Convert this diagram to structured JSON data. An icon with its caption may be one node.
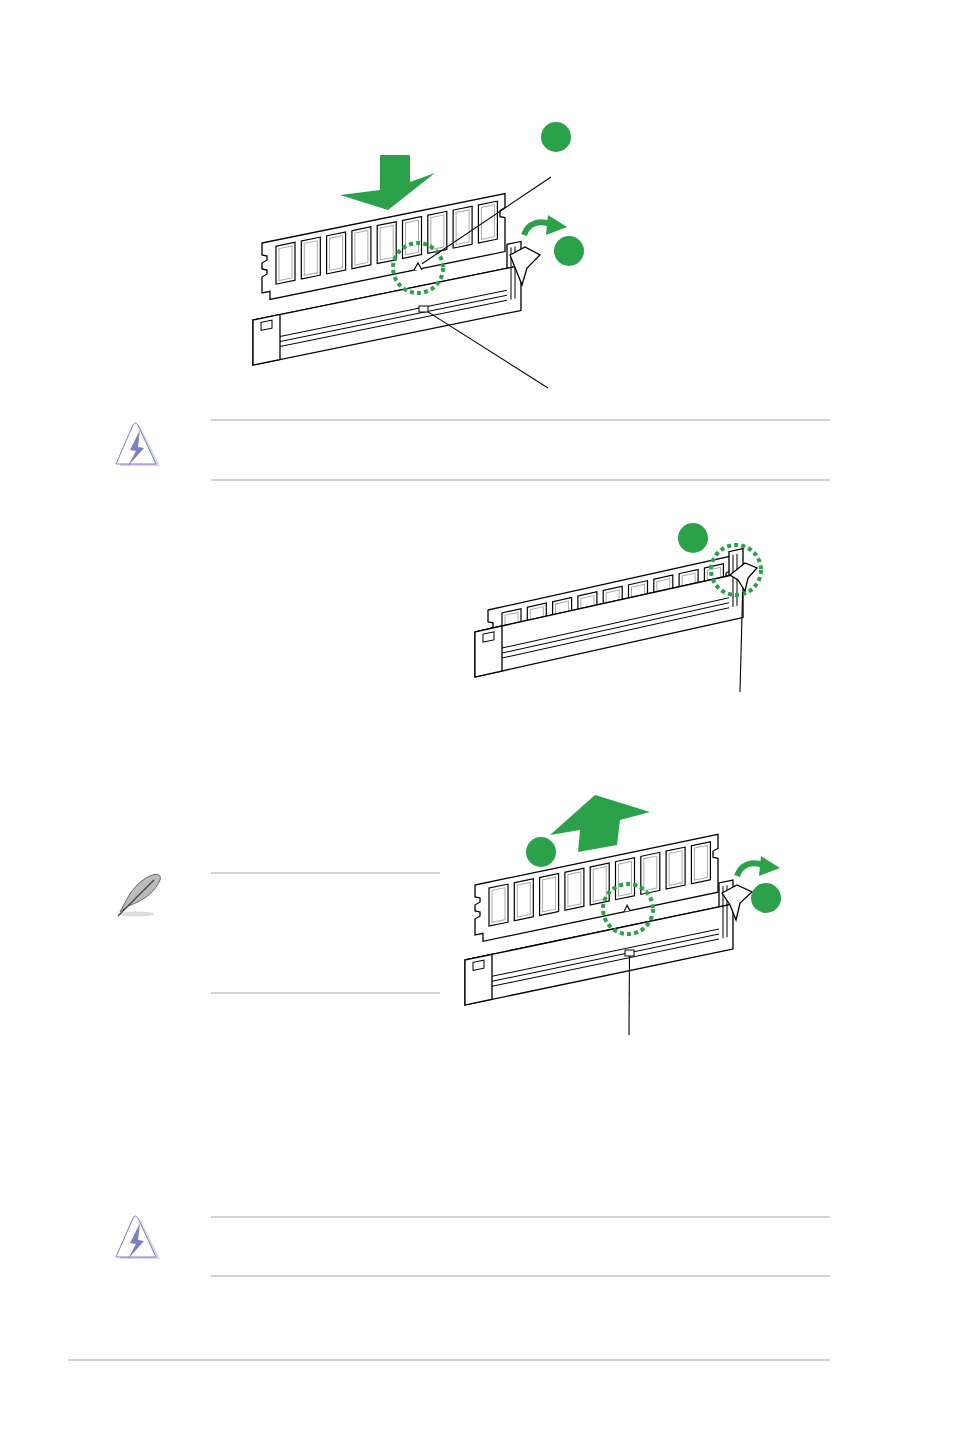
{
  "diagram": {
    "nodes": [
      {
        "text": [],
        "shape": "circle"
      },
      {
        "text": [],
        "shape": "notch"
      },
      {
        "text": [],
        "shape": "circle"
      },
      {
        "text": [],
        "shape": "key"
      },
      {
        "text": [],
        "shape": "circle"
      },
      {
        "text": [],
        "shape": "clip"
      },
      {
        "text": [],
        "shape": "circle"
      },
      {
        "text": [],
        "shape": "circle"
      },
      {
        "text": [],
        "shape": "key"
      }
    ],
    "edges": [
      {
        "from": null,
        "to": 1,
        "arrow": "none"
      },
      {
        "from": null,
        "to": 3,
        "arrow": "none"
      },
      {
        "from": null,
        "to": 5,
        "arrow": "none"
      },
      {
        "from": null,
        "to": 8,
        "arrow": "none"
      }
    ]
  }
}
